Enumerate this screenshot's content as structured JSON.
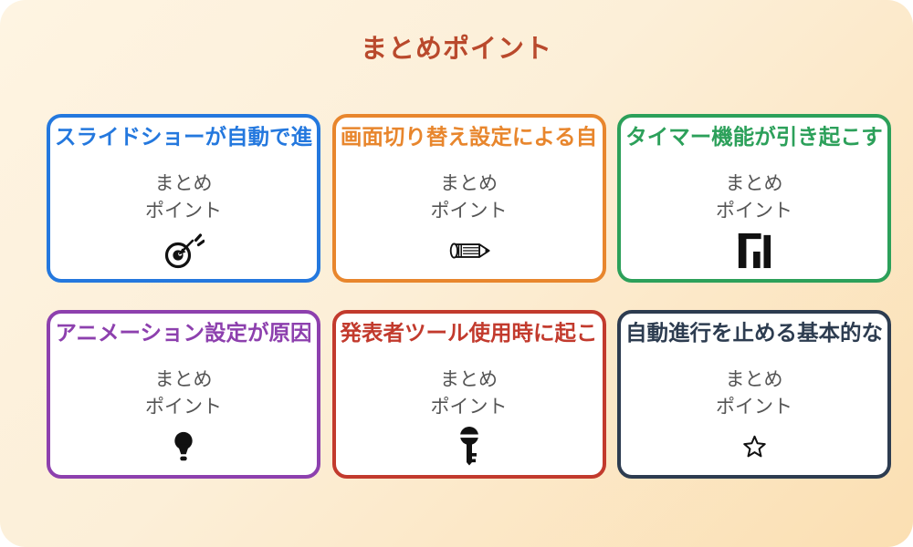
{
  "page": {
    "title": "まとめポイント",
    "title_color": "#b9492c",
    "background_gradient": [
      "#fef4e2",
      "#fbdfb2"
    ],
    "card_background": "#ffffff",
    "subtitle_color": "#555555",
    "icon_color": "#111111"
  },
  "card_subtitle": {
    "line1": "まとめ",
    "line2": "ポイント"
  },
  "cards": [
    {
      "title": "スライドショーが自動で進",
      "accent": "#2478de",
      "icon": "target-icon"
    },
    {
      "title": "画面切り替え設定による自",
      "accent": "#e8862d",
      "icon": "pencil-icon"
    },
    {
      "title": "タイマー機能が引き起こす",
      "accent": "#2ca05a",
      "icon": "bar-chart-icon"
    },
    {
      "title": "アニメーション設定が原因",
      "accent": "#8d40ae",
      "icon": "lightbulb-icon"
    },
    {
      "title": "発表者ツール使用時に起こ",
      "accent": "#c23a2d",
      "icon": "key-icon"
    },
    {
      "title": "自動進行を止める基本的な",
      "accent": "#2d3c50",
      "icon": "star-icon"
    }
  ]
}
